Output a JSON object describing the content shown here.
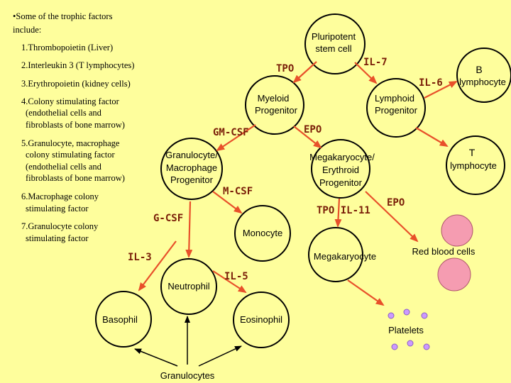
{
  "left_text": {
    "intro_line1": "•Some of the trophic factors",
    "intro_line2": "include:",
    "items": [
      [
        "1.Thrombopoietin (Liver)"
      ],
      [
        "2.Interleukin 3 (T lymphocytes)"
      ],
      [
        "3.Erythropoietin (kidney cells)"
      ],
      [
        "4.Colony stimulating factor",
        "(endothelial cells and",
        "fibroblasts of bone marrow)"
      ],
      [
        "5.Granulocyte, macrophage",
        "colony stimulating factor",
        "(endothelial cells and",
        "fibroblasts of bone marrow)"
      ],
      [
        "6.Macrophage colony",
        "stimulating factor"
      ],
      [
        "7.Granulocyte colony",
        "stimulating factor"
      ]
    ]
  },
  "cells": {
    "pluripotent": [
      "Pluripotent",
      "stem cell"
    ],
    "myeloid": [
      "Myeloid",
      "Progenitor"
    ],
    "lymphoid": [
      "Lymphoid",
      "Progenitor"
    ],
    "b_lymphocyte": [
      "B",
      "lymphocyte"
    ],
    "t_lymphocyte": [
      "T",
      "lymphocyte"
    ],
    "gm_progenitor": [
      "Granulocyte/",
      "Macrophage",
      "Progenitor"
    ],
    "me_progenitor": [
      "Megakaryocyte/",
      "Erythroid",
      "Progenitor"
    ],
    "monocyte": [
      "Monocyte"
    ],
    "megakaryocyte": [
      "Megakaryocyte"
    ],
    "neutrophil": [
      "Neutrophil"
    ],
    "basophil": [
      "Basophil"
    ],
    "eosinophil": [
      "Eosinophil"
    ],
    "red_blood_cells": "Red blood cells",
    "platelets": "Platelets",
    "granulocytes": "Granulocytes"
  },
  "factors": {
    "tpo_1": "TPO",
    "il7": "IL-7",
    "il6": "IL-6",
    "gm_csf": "GM-CSF",
    "epo_1": "EPO",
    "m_csf": "M-CSF",
    "g_csf": "G-CSF",
    "tpo_il11": "TPO IL-11",
    "epo_2": "EPO",
    "il3": "IL-3",
    "il5": "IL-5"
  },
  "colors": {
    "background": "#fefe9c",
    "arrow": "#e8502a",
    "factor_text": "#7a1e08",
    "rbc": "#f59cb1",
    "platelet": "#cc99ff"
  }
}
